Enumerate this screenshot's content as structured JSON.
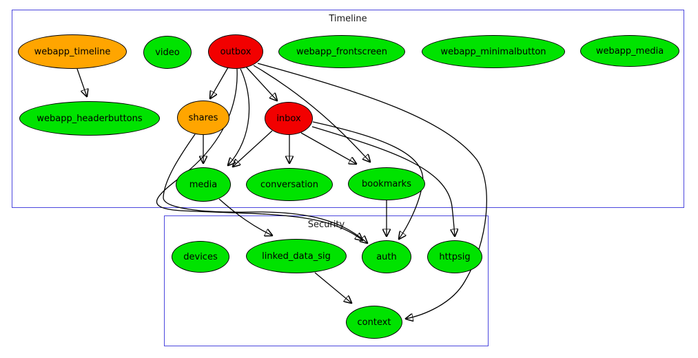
{
  "diagram": {
    "clusters": [
      {
        "id": "timeline",
        "label": "Timeline"
      },
      {
        "id": "security",
        "label": "Security"
      }
    ],
    "status_colors": {
      "done_green": "#00e300",
      "partial_orange": "#ffa500",
      "todo_red": "#f20000",
      "cluster_border_blue": "#4a46dd",
      "edge_black": "#000000"
    },
    "nodes": [
      {
        "id": "webapp_timeline",
        "label": "webapp_timeline",
        "color": "#ffa500"
      },
      {
        "id": "video",
        "label": "video",
        "color": "#00e300"
      },
      {
        "id": "outbox",
        "label": "outbox",
        "color": "#f20000"
      },
      {
        "id": "webapp_frontscreen",
        "label": "webapp_frontscreen",
        "color": "#00e300"
      },
      {
        "id": "webapp_minimalbutton",
        "label": "webapp_minimalbutton",
        "color": "#00e300"
      },
      {
        "id": "webapp_media",
        "label": "webapp_media",
        "color": "#00e300"
      },
      {
        "id": "webapp_headerbuttons",
        "label": "webapp_headerbuttons",
        "color": "#00e300"
      },
      {
        "id": "shares",
        "label": "shares",
        "color": "#ffa500"
      },
      {
        "id": "inbox",
        "label": "inbox",
        "color": "#f20000"
      },
      {
        "id": "media",
        "label": "media",
        "color": "#00e300"
      },
      {
        "id": "conversation",
        "label": "conversation",
        "color": "#00e300"
      },
      {
        "id": "bookmarks",
        "label": "bookmarks",
        "color": "#00e300"
      },
      {
        "id": "devices",
        "label": "devices",
        "color": "#00e300"
      },
      {
        "id": "linked_data_sig",
        "label": "linked_data_sig",
        "color": "#00e300"
      },
      {
        "id": "auth",
        "label": "auth",
        "color": "#00e300"
      },
      {
        "id": "httpsig",
        "label": "httpsig",
        "color": "#00e300"
      },
      {
        "id": "context",
        "label": "context",
        "color": "#00e300"
      }
    ],
    "edges": [
      {
        "from": "webapp_timeline",
        "to": "webapp_headerbuttons"
      },
      {
        "from": "outbox",
        "to": "shares"
      },
      {
        "from": "outbox",
        "to": "inbox"
      },
      {
        "from": "outbox",
        "to": "media"
      },
      {
        "from": "outbox",
        "to": "bookmarks"
      },
      {
        "from": "outbox",
        "to": "auth"
      },
      {
        "from": "outbox",
        "to": "context"
      },
      {
        "from": "shares",
        "to": "media"
      },
      {
        "from": "shares",
        "to": "auth"
      },
      {
        "from": "inbox",
        "to": "media"
      },
      {
        "from": "inbox",
        "to": "conversation"
      },
      {
        "from": "inbox",
        "to": "bookmarks"
      },
      {
        "from": "inbox",
        "to": "auth"
      },
      {
        "from": "inbox",
        "to": "httpsig"
      },
      {
        "from": "bookmarks",
        "to": "auth"
      },
      {
        "from": "media",
        "to": "linked_data_sig"
      },
      {
        "from": "linked_data_sig",
        "to": "context"
      }
    ]
  }
}
